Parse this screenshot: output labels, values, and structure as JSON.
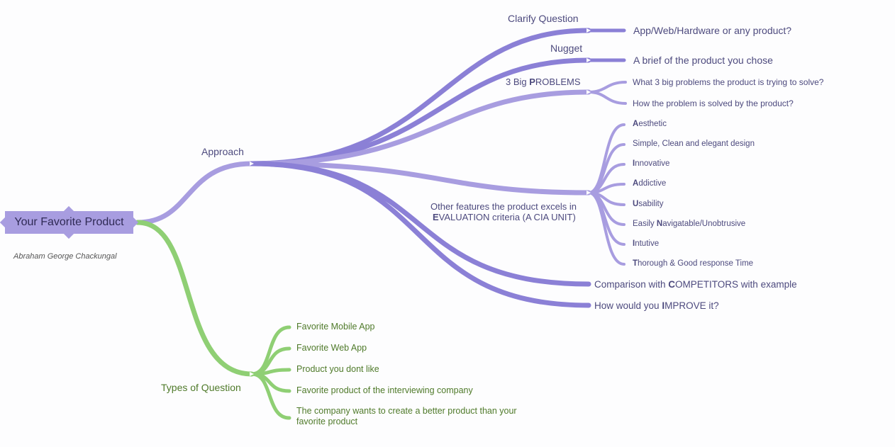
{
  "root": {
    "label": "Your Favorite Product",
    "author": "Abraham George Chackungal"
  },
  "approach": {
    "label": "Approach",
    "clarify": {
      "label": "Clarify Question",
      "child": "App/Web/Hardware or any product?"
    },
    "nugget": {
      "label": "Nugget",
      "child": "A brief of the product you chose"
    },
    "problems": {
      "label_pre": "3 Big ",
      "label_b": "P",
      "label_post": "ROBLEMS",
      "children": [
        "What 3 big problems the product is trying to solve?",
        "How the problem is solved by the product?"
      ]
    },
    "features": {
      "line1": "Other features the product excels in",
      "line2_b": "E",
      "line2_post": "VALUATION criteria (A CIA UNIT)",
      "children": [
        {
          "b": "A",
          "rest": "esthetic"
        },
        {
          "b": "",
          "rest": "Simple, Clean and elegant design"
        },
        {
          "b": "I",
          "rest": "nnovative"
        },
        {
          "b": "A",
          "rest": "ddictive"
        },
        {
          "b": "U",
          "rest": "sability"
        },
        {
          "pre": "Easily ",
          "b": "N",
          "rest": "avigatable/Unobtrusive"
        },
        {
          "b": "I",
          "rest": "ntutive"
        },
        {
          "b": "T",
          "rest": "horough & Good response Time"
        }
      ]
    },
    "competitors": {
      "pre": "Comparison with ",
      "b": "C",
      "rest": "OMPETITORS with example"
    },
    "improve": {
      "pre": "How would you ",
      "b": "I",
      "rest": "MPROVE it?"
    }
  },
  "types": {
    "label": "Types of Question",
    "children": [
      "Favorite Mobile App",
      "Favorite Web App",
      "Product you dont like",
      "Favorite product of the interviewing company",
      "The company wants to create a better product than your",
      "favorite product"
    ]
  },
  "colors": {
    "purple_dark": "#8b80d6",
    "purple_light": "#a89de0",
    "green": "#8fcf74",
    "text_purple": "#4d4a7e",
    "text_green": "#4f7a2a"
  }
}
